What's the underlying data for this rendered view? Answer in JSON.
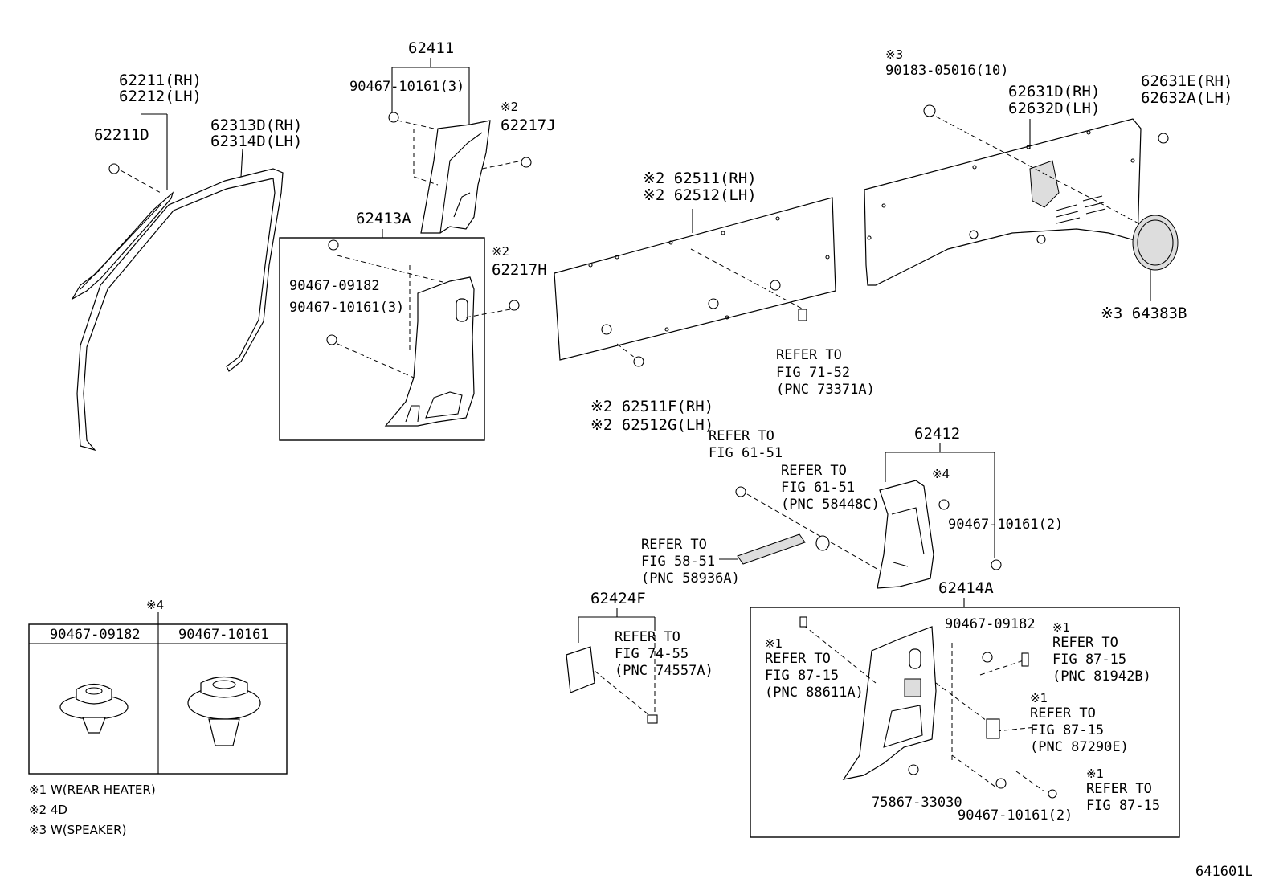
{
  "labels": {
    "p62411": "62411",
    "p90467_10161_3_a": "90467-10161(3)",
    "m2_62217J": "※2",
    "p62217J": "62217J",
    "p62211RH": "62211(RH)",
    "p62212LH": "62212(LH)",
    "p62211D": "62211D",
    "p62313D": "62313D(RH)",
    "p62314D": "62314D(LH)",
    "p62413A": "62413A",
    "p90467_09182_a": "90467-09182",
    "p90467_10161_3_b": "90467-10161(3)",
    "m2_62217H": "※2",
    "p62217H": "62217H",
    "p62511": "※2 62511(RH)",
    "p62512": "※2 62512(LH)",
    "p62511F": "※2 62511F(RH)",
    "p62512G": "※2 62512G(LH)",
    "ref71_1": "REFER TO",
    "ref71_2": "FIG 71-52",
    "ref71_3": "(PNC 73371A)",
    "m3_90183": "※3",
    "p90183": "90183-05016(10)",
    "p62631D": "62631D(RH)",
    "p62632D": "62632D(LH)",
    "p62631E": "62631E(RH)",
    "p62632A": "62632A(LH)",
    "p64383B": "※3 64383B",
    "ref61a_1": "REFER TO",
    "ref61a_2": "FIG 61-51",
    "ref61b_1": "REFER TO",
    "ref61b_2": "FIG 61-51",
    "ref61b_3": "(PNC 58448C)",
    "p62412": "62412",
    "m4_62412": "※4",
    "p90467_10161_2_a": "90467-10161(2)",
    "ref58_1": "REFER TO",
    "ref58_2": "FIG 58-51",
    "ref58_3": "(PNC 58936A)",
    "p62424F": "62424F",
    "ref74_1": "REFER TO",
    "ref74_2": "FIG 74-55",
    "ref74_3": "(PNC 74557A)",
    "p62414A": "62414A",
    "p90467_09182_b": "90467-09182",
    "m1_a": "※1",
    "ref87a_1": "REFER TO",
    "ref87a_2": "FIG 87-15",
    "ref87a_3": "(PNC 88611A)",
    "m1_b": "※1",
    "ref87b_1": "REFER TO",
    "ref87b_2": "FIG 87-15",
    "ref87b_3": "(PNC 81942B)",
    "m1_c": "※1",
    "ref87c_1": "REFER TO",
    "ref87c_2": "FIG 87-15",
    "ref87c_3": "(PNC 87290E)",
    "m1_d": "※1",
    "ref87d_1": "REFER TO",
    "ref87d_2": "FIG 87-15",
    "p75867": "75867-33030",
    "p90467_10161_2_b": "90467-10161(2)",
    "m4_table": "※4",
    "table_col1": "90467-09182",
    "table_col2": "90467-10161",
    "fig_code": "641601L"
  },
  "notes": [
    "※1 W(REAR HEATER)",
    "※2 4D",
    "※3 W(SPEAKER)"
  ]
}
